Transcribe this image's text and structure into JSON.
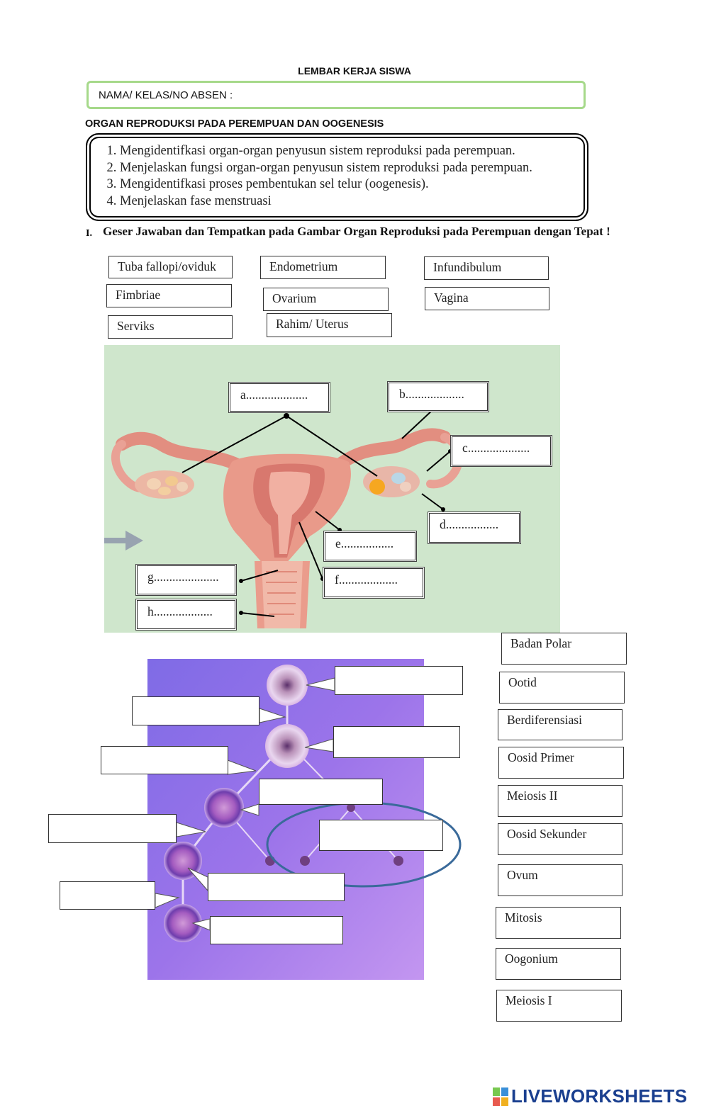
{
  "header": {
    "title": "LEMBAR KERJA SISWA",
    "name_label": "NAMA/ KELAS/NO ABSEN :"
  },
  "section": {
    "title": "ORGAN REPRODUKSI PADA PEREMPUAN DAN OOGENESIS"
  },
  "objectives": [
    "Mengidentifkasi organ-organ penyusun sistem reproduksi pada perempuan.",
    "Menjelaskan fungsi organ-organ penyusun sistem reproduksi pada perempuan.",
    "Mengidentifkasi proses pembentukan sel telur (oogenesis).",
    "Menjelaskan fase menstruasi"
  ],
  "instruction": {
    "number": "I.",
    "text": "Geser Jawaban dan Tempatkan pada Gambar Organ Reproduksi pada Perempuan dengan Tepat !"
  },
  "organ_answers": [
    "Tuba fallopi/oviduk",
    "Endometrium",
    "Infundibulum",
    "Fimbriae",
    "Ovarium",
    "Vagina",
    "Serviks",
    "Rahim/ Uterus"
  ],
  "diagram_labels": {
    "a": "a....................",
    "b": "b...................",
    "c": "c....................",
    "d": "d.................",
    "e": "e.................",
    "f": "f...................",
    "g": "g.....................",
    "h": "h..................."
  },
  "oogenesis_answers": [
    "Badan Polar",
    "Ootid",
    "Berdiferensiasi",
    "Oosid Primer",
    "Meiosis II",
    "Oosid Sekunder",
    "Ovum",
    "Mitosis",
    "Oogonium",
    "Meiosis I"
  ],
  "footer": {
    "brand": "LIVEWORKSHEETS"
  },
  "colors": {
    "diagram_background": "#cfe6cc",
    "oogenesis_background": "#8f6fe6",
    "name_box_border": "#a6d98a",
    "ellipse": "#3a6a9a",
    "brand": "#1a3f8f"
  }
}
